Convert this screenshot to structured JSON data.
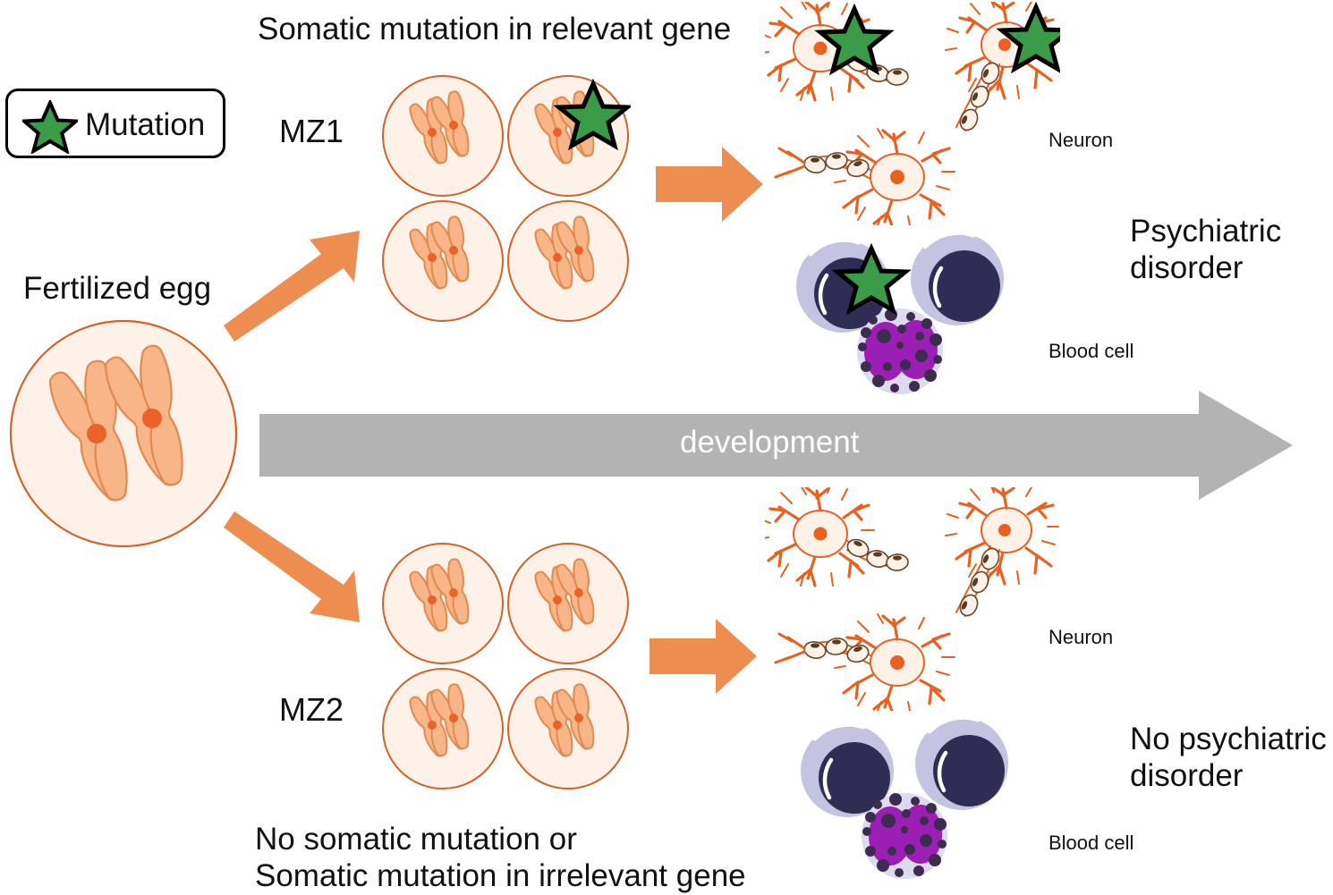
{
  "legend": {
    "label": "Mutation",
    "icon": "star-icon",
    "star_fill": "#3a9c48",
    "star_stroke": "#000000"
  },
  "captions": {
    "top": "Somatic mutation in relevant gene",
    "bottom_line1": "No somatic mutation or",
    "bottom_line2": "Somatic mutation in irrelevant gene"
  },
  "origin": {
    "label": "Fertilized egg"
  },
  "twins": {
    "mz1_label": "MZ1",
    "mz2_label": "MZ2"
  },
  "development": {
    "label": "development",
    "band_color": "#b3b3b3",
    "text_color": "#ffffff"
  },
  "tissue_labels": {
    "neuron": "Neuron",
    "blood_cell": "Blood cell"
  },
  "outcomes": {
    "top_line1": "Psychiatric",
    "top_line2": "disorder",
    "bottom_line1": "No psychiatric",
    "bottom_line2": "disorder"
  },
  "colors": {
    "orange_arrow": "#ee8d50",
    "cell_outline": "#d4622a",
    "cell_fill": "#fdf1e8",
    "chromosome_fill": "#f8b588",
    "chromosome_stroke": "#e08a50",
    "centromere": "#e8622a",
    "neuron_orange": "#e9601f",
    "neuron_soma_fill": "#fdf1e8",
    "lymphocyte_cytoplasm": "#c5c3e2",
    "lymphocyte_nucleus": "#302d55",
    "granulocyte_cytoplasm": "#ddd9ee",
    "granulocyte_nucleus": "#9b1fb5",
    "granulocyte_granule": "#3e2b50",
    "star_green": "#3a9c48",
    "background": "#ffffff"
  },
  "diagram": {
    "mz1_star_count_cells": 1,
    "mz1_star_count_neurons": 2,
    "mz1_star_count_blood": 1,
    "mz2_star_count_cells": 0,
    "mz2_star_count_neurons": 0,
    "mz2_star_count_blood": 0,
    "cells_per_cluster": 4,
    "neurons_per_group": 3,
    "blood_cells_per_group": 3
  }
}
